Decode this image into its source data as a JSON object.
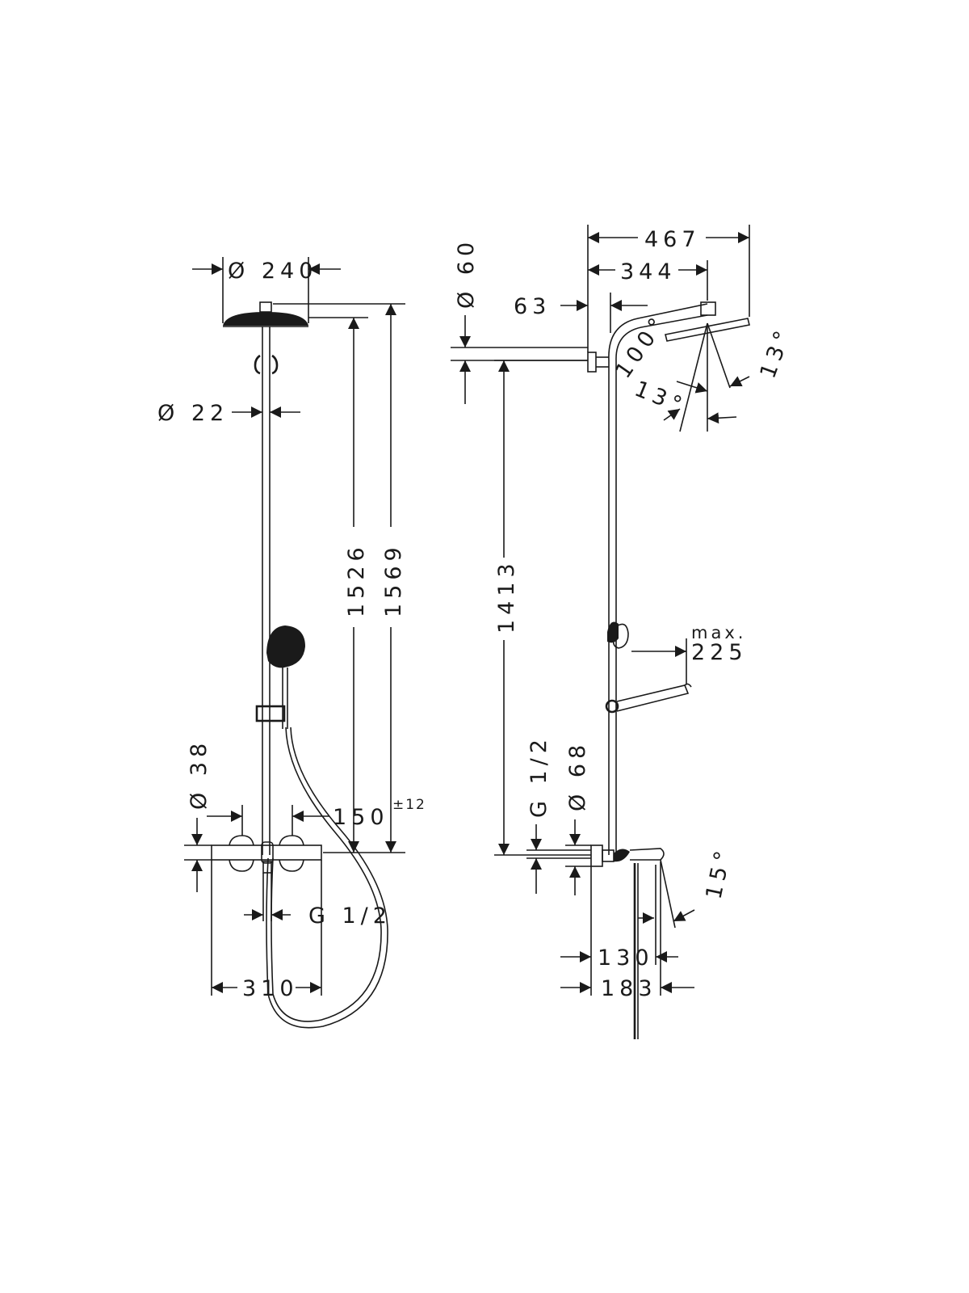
{
  "colors": {
    "line": "#1a1a1a",
    "background": "#ffffff"
  },
  "front_view": {
    "dim_head_diameter": "Ø 240",
    "dim_pipe_diameter": "Ø 22",
    "dim_height_head": "1526",
    "dim_height_total": "1569",
    "dim_mixer_diameter": "Ø 38",
    "dim_connection_spacing": "150",
    "dim_connection_tolerance": "±12",
    "dim_connection_thread": "G 1/2",
    "dim_mixer_width": "310"
  },
  "side_view": {
    "dim_head_projection_total": "467",
    "dim_head_projection": "344",
    "dim_wall_offset": "63",
    "dim_bracket_diameter": "Ø 60",
    "dim_head_tilt_angle": "100°",
    "dim_spray_angle_a": "13°",
    "dim_spray_angle_b": "13°",
    "dim_bracket_height": "1413",
    "dim_holder_projection_label": "max.",
    "dim_holder_projection": "225",
    "dim_thread": "G 1/2",
    "dim_spout_diameter": "Ø 68",
    "dim_spout_angle": "15°",
    "dim_spout_projection": "130",
    "dim_spout_projection_total": "183"
  }
}
